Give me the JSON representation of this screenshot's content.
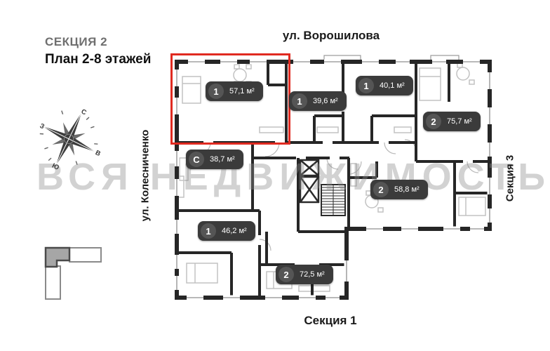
{
  "header": {
    "section_label": "СЕКЦИЯ 2",
    "plan_label": "План 2-8 этажей"
  },
  "streets": {
    "top": "ул. Ворошилова",
    "left": "ул. Колесниченко"
  },
  "sections": {
    "right": "Секция 3",
    "bottom": "Секция 1"
  },
  "watermark": "ВСЯ НЕДВИЖИМОСТЬ",
  "compass": {
    "north": "С",
    "east": "В",
    "south": "Ю",
    "west": "З"
  },
  "apartments": [
    {
      "rooms": "1",
      "area": "57,1 м²",
      "highlighted": true
    },
    {
      "rooms": "1",
      "area": "39,6 м²",
      "highlighted": false
    },
    {
      "rooms": "1",
      "area": "40,1 м²",
      "highlighted": false
    },
    {
      "rooms": "2",
      "area": "75,7 м²",
      "highlighted": false
    },
    {
      "rooms": "С",
      "area": "38,7 м²",
      "highlighted": false
    },
    {
      "rooms": "2",
      "area": "58,8 м²",
      "highlighted": false
    },
    {
      "rooms": "1",
      "area": "46,2 м²",
      "highlighted": false
    },
    {
      "rooms": "2",
      "area": "72,5 м²",
      "highlighted": false
    }
  ],
  "colors": {
    "highlight_red": "#e02a20",
    "badge_bg": "#3b3b3b",
    "badge_circle": "#555555",
    "wall": "#262626",
    "watermark_gray": "#8c8c8c",
    "indicator_fill": "#a6a6a6"
  }
}
